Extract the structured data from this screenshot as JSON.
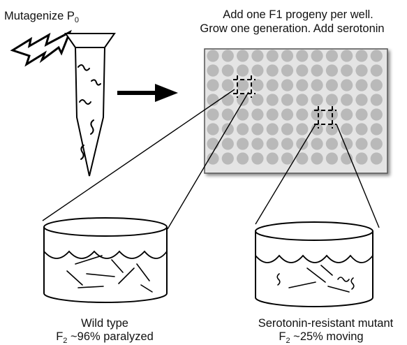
{
  "labels": {
    "step1": {
      "text": "Mutagenize P",
      "sub": "0"
    },
    "step2_line1": "Add one F1 progeny per well.",
    "step2_line2": "Grow one generation.  Add serotonin",
    "wt_title": "Wild type",
    "wt_stat": {
      "prefix": "F",
      "sub": "2",
      "text": " ~96% paralyzed"
    },
    "mut_title": "Serotonin-resistant mutant",
    "mut_stat": {
      "prefix": "F",
      "sub": "2",
      "text": " ~25% moving"
    }
  },
  "plate": {
    "rows": 8,
    "cols": 12,
    "well_color": "#b9b9b9",
    "plate_color": "#e4e4e4",
    "highlighted_wells": [
      [
        2,
        1
      ],
      [
        4,
        7
      ]
    ]
  },
  "icons": [
    "lightning-icon",
    "tube-icon",
    "arrow-icon",
    "dish-icon"
  ]
}
